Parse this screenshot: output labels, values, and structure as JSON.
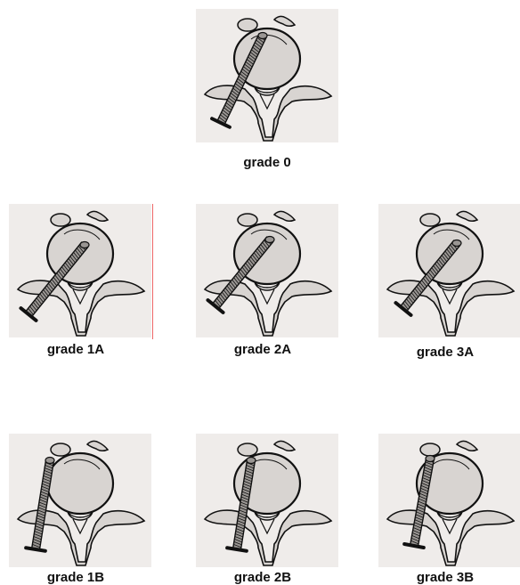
{
  "panels": [
    {
      "key": "g0",
      "label": "grade 0"
    },
    {
      "key": "g1a",
      "label": "grade 1A"
    },
    {
      "key": "g2a",
      "label": "grade 2A"
    },
    {
      "key": "g3a",
      "label": "grade 3A"
    },
    {
      "key": "g1b",
      "label": "grade 1B"
    },
    {
      "key": "g2b",
      "label": "grade 2B"
    },
    {
      "key": "g3b",
      "label": "grade 3B"
    }
  ],
  "colors": {
    "panel_bg": "#efecea",
    "bone_fill": "#d8d4d1",
    "outline": "#111111",
    "screw_fill": "#9a9693"
  }
}
